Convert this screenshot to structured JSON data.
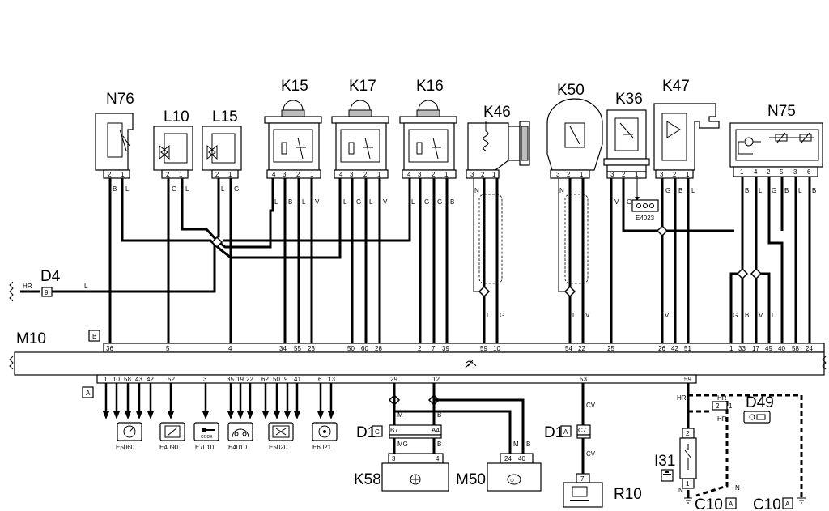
{
  "components": {
    "N76": "N76",
    "L10": "L10",
    "L15": "L15",
    "K15": "K15",
    "K17": "K17",
    "K16": "K16",
    "K46": "K46",
    "K50": "K50",
    "K36": "K36",
    "K47": "K47",
    "N75": "N75",
    "D4": "D4",
    "M10": "M10",
    "D1": "D1",
    "K58": "K58",
    "M50": "M50",
    "R10": "R10",
    "I31": "I31",
    "D49": "D49",
    "C10": "C10"
  },
  "connector_tags": {
    "B": "B",
    "A": "A",
    "C": "C"
  },
  "ground_refs": [
    "E5060",
    "E4090",
    "E7010",
    "E4010",
    "E5020",
    "E6021",
    "E4023"
  ],
  "icon_text": {
    "code": "CODE"
  },
  "top_pins": {
    "N76": [
      "2",
      "1"
    ],
    "L10": [
      "2",
      "1"
    ],
    "L15": [
      "2",
      "1"
    ],
    "K15": [
      "4",
      "3",
      "2",
      "1"
    ],
    "K17": [
      "4",
      "3",
      "2",
      "1"
    ],
    "K16": [
      "4",
      "3",
      "2",
      "1"
    ],
    "K46": [
      "3",
      "2",
      "1"
    ],
    "K50": [
      "3",
      "2",
      "1"
    ],
    "K36": [
      "3",
      "2",
      "1"
    ],
    "K47": [
      "3",
      "2",
      "1"
    ],
    "N75": [
      "1",
      "4",
      "2",
      "5",
      "3",
      "6"
    ]
  },
  "wire_colors_top": {
    "N76": [
      "B",
      "L"
    ],
    "L10": [
      "G",
      "L"
    ],
    "L15": [
      "L",
      "G"
    ],
    "K15": [
      "L",
      "B",
      "L",
      "V"
    ],
    "K17": [
      "L",
      "G",
      "L",
      "V"
    ],
    "K16": [
      "L",
      "G",
      "G",
      "B"
    ],
    "K46": [
      "N"
    ],
    "K50": [
      "N"
    ],
    "K36": [
      "V",
      "G"
    ],
    "K47": [
      "G",
      "B",
      "L"
    ],
    "N75": [
      "B",
      "L",
      "G",
      "B",
      "L",
      "B"
    ]
  },
  "wire_colors_mid": {
    "D4": [
      "HR",
      "L"
    ],
    "K46": [
      "L",
      "G"
    ],
    "K50": [
      "L",
      "V"
    ],
    "K47": [
      "V"
    ],
    "N75": [
      "G",
      "B",
      "V",
      "L"
    ]
  },
  "d4_pin": "9",
  "m10_top_pins": [
    "36",
    "5",
    "4",
    "34",
    "55",
    "23",
    "50",
    "60",
    "28",
    "2",
    "7",
    "39",
    "59",
    "10",
    "54",
    "22",
    "25",
    "26",
    "42",
    "51",
    "1",
    "33",
    "17",
    "49",
    "40",
    "58",
    "24"
  ],
  "m10_bottom_pins": [
    "1",
    "10",
    "58",
    "43",
    "42",
    "52",
    "3",
    "35",
    "19",
    "22",
    "62",
    "50",
    "9",
    "41",
    "6",
    "13",
    "29",
    "12",
    "53",
    "59"
  ],
  "d1c": {
    "pins": [
      "B7",
      "A4"
    ],
    "wires": [
      "M",
      "B",
      "MG",
      "B"
    ]
  },
  "k58_pins": [
    "3",
    "4"
  ],
  "m50": {
    "pins": [
      "24",
      "40"
    ],
    "wires": [
      "M",
      "B"
    ]
  },
  "d1a": {
    "pin": "C7",
    "wires": [
      "CV",
      "CV"
    ]
  },
  "r10_pin": "7",
  "i31": {
    "pins": [
      "2",
      "1"
    ],
    "wires": [
      "HR",
      "N",
      "N"
    ]
  },
  "d49": {
    "pins": [
      "2",
      "1"
    ],
    "wires": [
      "HR",
      "HR"
    ]
  }
}
